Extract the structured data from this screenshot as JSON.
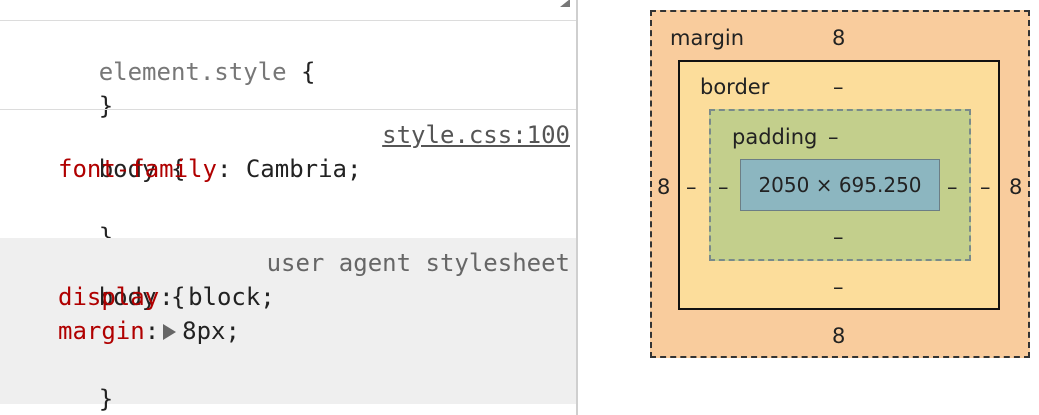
{
  "styles": {
    "element_style": {
      "selector": "element.style",
      "open": "{",
      "close": "}"
    },
    "body_rule": {
      "selector": "body",
      "open": "{",
      "source": "style.css:100",
      "declarations": [
        {
          "property": "font-family",
          "value": "Cambria;"
        }
      ],
      "close": "}"
    },
    "ua_rule": {
      "selector": "body",
      "open": "{",
      "source": "user agent stylesheet",
      "declarations": [
        {
          "property": "display",
          "value": "block;"
        },
        {
          "property": "margin",
          "value": "8px;"
        }
      ],
      "close": "}"
    }
  },
  "box_model": {
    "margin": {
      "label": "margin",
      "top": "8",
      "right": "8",
      "bottom": "8",
      "left": "8"
    },
    "border": {
      "label": "border",
      "top": "–",
      "right": "–",
      "bottom": "–",
      "left": "–"
    },
    "padding": {
      "label": "padding",
      "top": "–",
      "right": "–",
      "bottom": "–",
      "left": "–"
    },
    "content": {
      "size": "2050 × 695.250"
    }
  },
  "colors": {
    "margin": "#f9cc9d",
    "border": "#fcdd9b",
    "padding": "#c3cf8c",
    "content": "#8cb6c0",
    "property": "#b00000"
  }
}
